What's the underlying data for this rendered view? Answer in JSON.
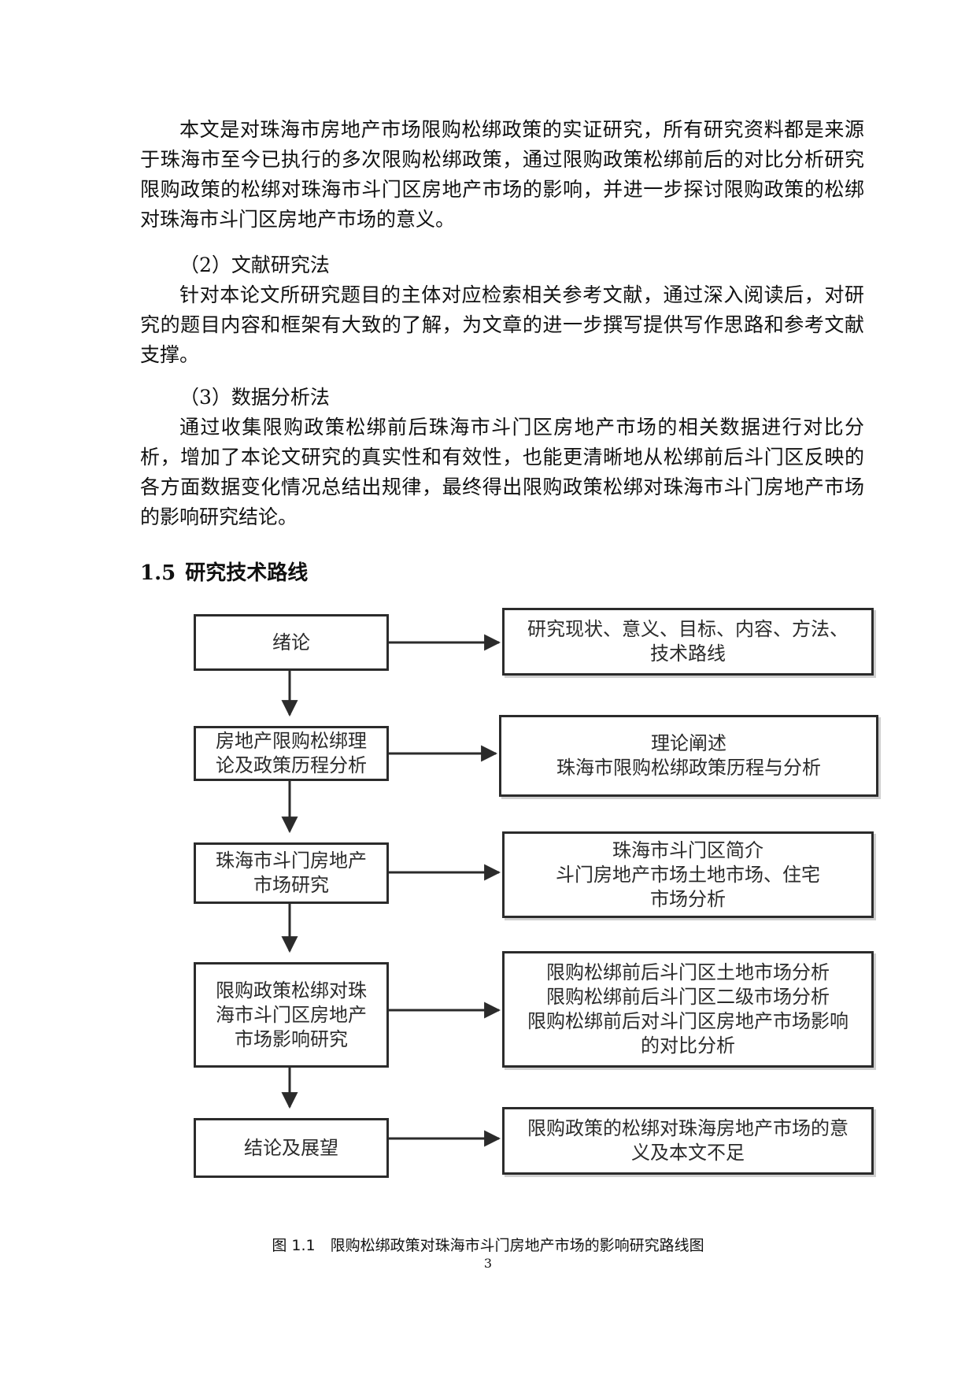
{
  "paragraphs": [
    "本文是对珠海市房地产市场限购松绑政策的实证研究，所有研究资料都是来源于珠海市至今已执行的多次限购松绑政策，通过限购政策松绑前后的对比分析研究限购政策的松绑对珠海市斗门区房地产市场的影响，并进一步探讨限购政策的松绑对珠海市斗门区房地产市场的意义。",
    "（2）文献研究法",
    "针对本论文所研究题目的主体对应检索相关参考文献，通过深入阅读后，对研究的题目内容和框架有大致的了解，为文章的进一步撰写提供写作思路和参考文献支撑。",
    "（3）数据分析法",
    "通过收集限购政策松绑前后珠海市斗门区房地产市场的相关数据进行对比分析，增加了本论文研究的真实性和有效性，也能更清晰地从松绑前后斗门区反映的各方面数据变化情况总结出规律，最终得出限购政策松绑对珠海市斗门房地产市场的影响研究结论。"
  ],
  "heading": {
    "number": "1.5",
    "title": "研究技术路线"
  },
  "flow": {
    "left": [
      "绪论",
      "房地产限购松绑理\n论及政策历程分析",
      "珠海市斗门房地产\n市场研究",
      "限购政策松绑对珠\n海市斗门区房地产\n市场影响研究",
      "结论及展望"
    ],
    "right": [
      "研究现状、意义、目标、内容、方法、\n技术路线",
      "理论阐述\n珠海市限购松绑政策历程与分析",
      "珠海市斗门区简介\n斗门房地产市场土地市场、住宅\n市场分析",
      "限购松绑前后斗门区土地市场分析\n限购松绑前后斗门区二级市场分析\n限购松绑前后对斗门区房地产市场影响\n的对比分析",
      "限购政策的松绑对珠海房地产市场的意\n义及本文不足"
    ]
  },
  "caption": "图 1.1　限购松绑政策对珠海市斗门房地产市场的影响研究路线图",
  "page_number": "3"
}
